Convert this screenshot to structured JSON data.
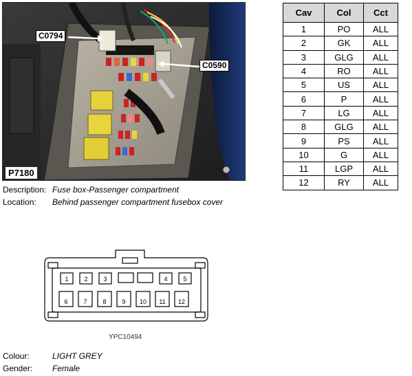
{
  "photo": {
    "label_c0794": "C0794",
    "label_c0590": "C0590",
    "label_p7180": "P7180"
  },
  "info": {
    "description_key": "Description:",
    "description_value": "Fuse box-Passenger compartment",
    "location_key": "Location:",
    "location_value": "Behind passenger compartment fusebox cover"
  },
  "table": {
    "headers": [
      "Cav",
      "Col",
      "Cct"
    ],
    "rows": [
      [
        "1",
        "PO",
        "ALL"
      ],
      [
        "2",
        "GK",
        "ALL"
      ],
      [
        "3",
        "GLG",
        "ALL"
      ],
      [
        "4",
        "RO",
        "ALL"
      ],
      [
        "5",
        "US",
        "ALL"
      ],
      [
        "6",
        "P",
        "ALL"
      ],
      [
        "7",
        "LG",
        "ALL"
      ],
      [
        "8",
        "GLG",
        "ALL"
      ],
      [
        "9",
        "PS",
        "ALL"
      ],
      [
        "10",
        "G",
        "ALL"
      ],
      [
        "11",
        "LGP",
        "ALL"
      ],
      [
        "12",
        "RY",
        "ALL"
      ]
    ]
  },
  "connector": {
    "top_pins": [
      "1",
      "2",
      "3",
      "4",
      "5"
    ],
    "bottom_pins": [
      "6",
      "7",
      "8",
      "9",
      "10",
      "11",
      "12"
    ],
    "part_id": "YPC10494"
  },
  "details": {
    "colour_key": "Colour:",
    "colour_value": "LIGHT GREY",
    "gender_key": "Gender:",
    "gender_value": "Female"
  }
}
